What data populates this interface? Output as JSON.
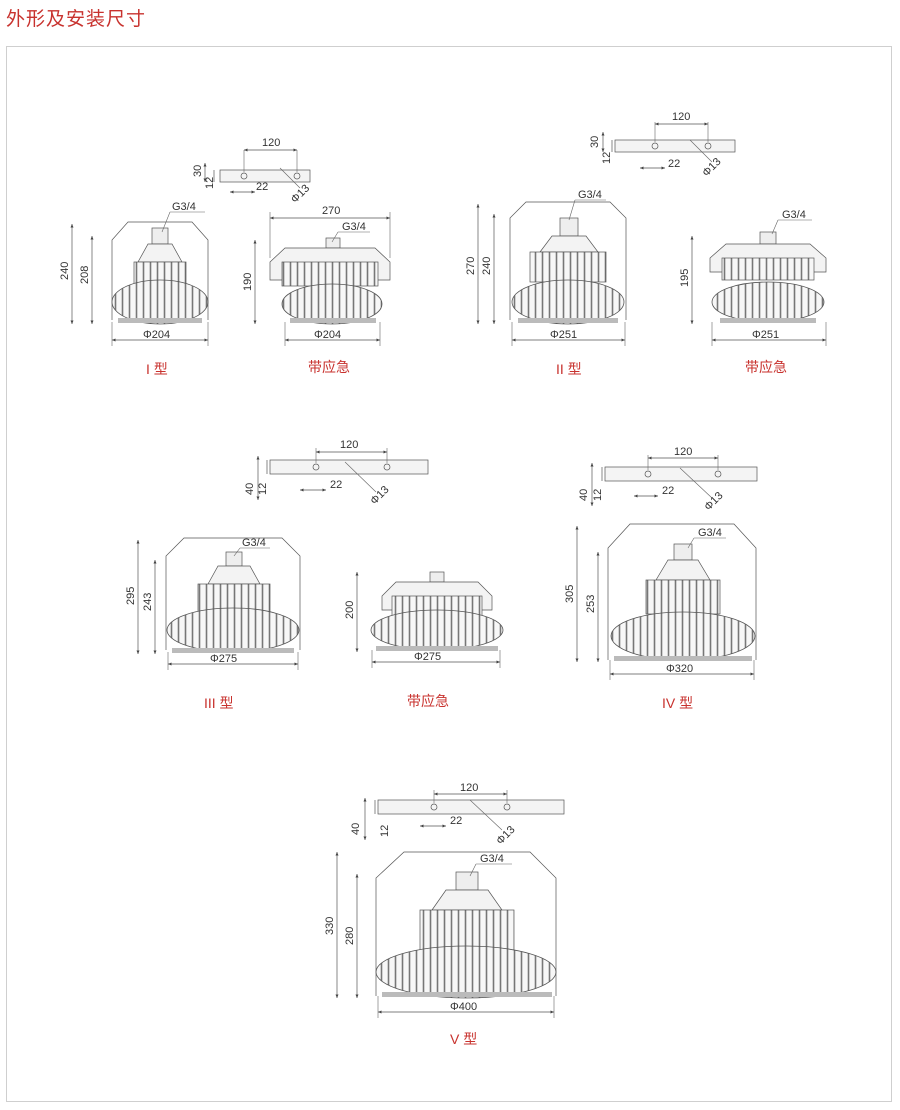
{
  "title": "外形及安装尺寸",
  "bracket": {
    "hole_spacing": "120",
    "hole_offset": "22",
    "hole_dia": "Φ13"
  },
  "lamps": [
    {
      "id": "I",
      "caption": "I 型",
      "height_total": "240",
      "height_body": "208",
      "diameter": "Φ204",
      "thread": "G3/4",
      "bracket_h1": "30",
      "bracket_h2": "12"
    },
    {
      "id": "I-e",
      "caption": "带应急",
      "width_top": "270",
      "height": "190",
      "diameter": "Φ204",
      "thread": "G3/4"
    },
    {
      "id": "II",
      "caption": "II 型",
      "height_total": "270",
      "height_body": "240",
      "diameter": "Φ251",
      "thread": "G3/4",
      "bracket_h1": "30",
      "bracket_h2": "12"
    },
    {
      "id": "II-e",
      "caption": "带应急",
      "height": "195",
      "diameter": "Φ251",
      "thread": "G3/4"
    },
    {
      "id": "III",
      "caption": "III 型",
      "height_total": "295",
      "height_body": "243",
      "diameter": "Φ275",
      "thread": "G3/4",
      "bracket_h1": "40",
      "bracket_h2": "12"
    },
    {
      "id": "III-e",
      "caption": "带应急",
      "height": "200",
      "diameter": "Φ275"
    },
    {
      "id": "IV",
      "caption": "IV 型",
      "height_total": "305",
      "height_body": "253",
      "diameter": "Φ320",
      "thread": "G3/4",
      "bracket_h1": "40",
      "bracket_h2": "12"
    },
    {
      "id": "V",
      "caption": "V 型",
      "height_total": "330",
      "height_body": "280",
      "diameter": "Φ400",
      "thread": "G3/4",
      "bracket_h1": "40",
      "bracket_h2": "12"
    }
  ]
}
